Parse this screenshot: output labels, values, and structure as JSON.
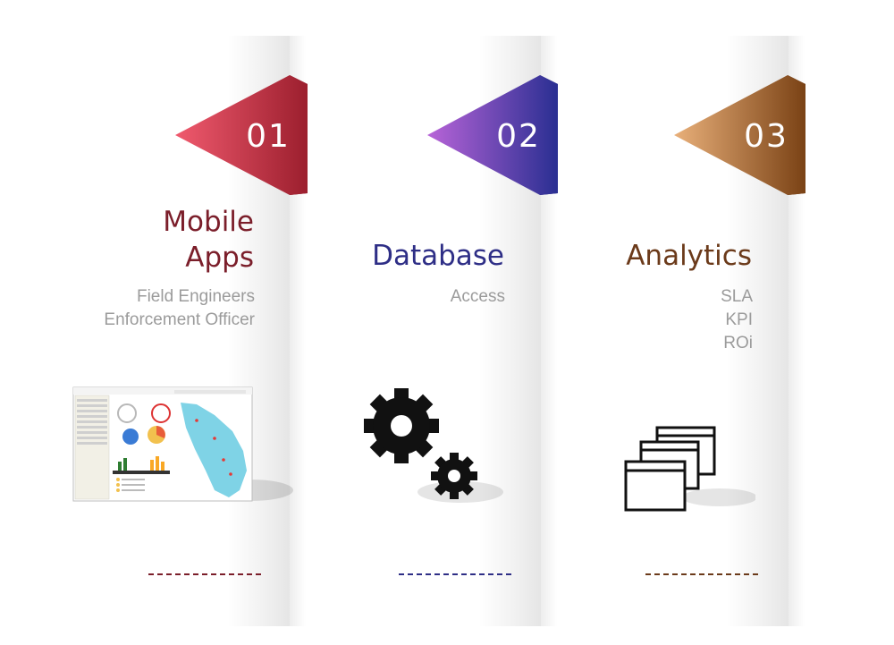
{
  "columns": [
    {
      "number": "01",
      "title_lines": [
        "Mobile",
        "Apps"
      ],
      "subtitle_lines": [
        "Field Engineers",
        "Enforcement Officer"
      ],
      "icon": "dashboard-screenshot-icon",
      "color": "#7b1e2a"
    },
    {
      "number": "02",
      "title_lines": [
        "Database"
      ],
      "subtitle_lines": [
        "Access"
      ],
      "icon": "gears-icon",
      "color": "#2e2e86"
    },
    {
      "number": "03",
      "title_lines": [
        "Analytics"
      ],
      "subtitle_lines": [
        "SLA",
        "KPI",
        "ROi"
      ],
      "icon": "browser-windows-icon",
      "color": "#6b3a1a"
    }
  ]
}
